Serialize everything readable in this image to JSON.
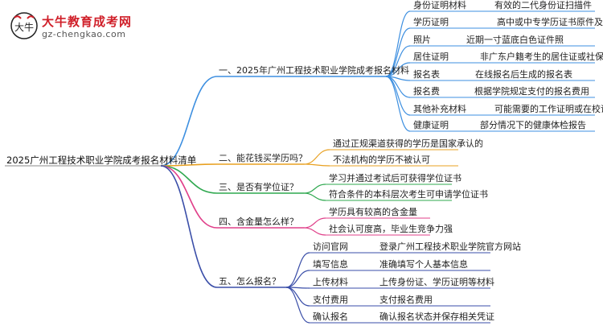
{
  "brand": {
    "title": "大牛教育成考网",
    "url": "gz-chengkao.com",
    "mark_text": "大牛"
  },
  "root": "2025广州工程技术职业学院成考报名材料清单",
  "colors": {
    "b1": "#3d8fe0",
    "b2": "#e8a020",
    "b3": "#2fa84f",
    "b4": "#e0408a",
    "b5": "#3a4ea8"
  },
  "branches": [
    {
      "label": "一、2025年广州工程技术职业学院成考报名材料",
      "color_key": "b1",
      "children": [
        {
          "label": "身份证明材料",
          "detail": "有效的二代身份证扫描件"
        },
        {
          "label": "学历证明",
          "detail": "高中或中专学历证书原件及复印件"
        },
        {
          "label": "照片",
          "detail": "近期一寸蓝底白色证件照"
        },
        {
          "label": "居住证明",
          "detail": "非广东户籍考生的居住证或社保证明"
        },
        {
          "label": "报名表",
          "detail": "在线报名后生成的报名表"
        },
        {
          "label": "报名费",
          "detail": "根据学院规定支付的报名费用"
        },
        {
          "label": "其他补充材料",
          "detail": "可能需要的工作证明或在校证明"
        },
        {
          "label": "健康证明",
          "detail": "部分情况下的健康体检报告"
        }
      ]
    },
    {
      "label": "二、能花钱买学历吗？",
      "color_key": "b2",
      "children": [
        {
          "label": "通过正规渠道获得的学历是国家承认的"
        },
        {
          "label": "不法机构的学历不被认可"
        }
      ]
    },
    {
      "label": "三、是否有学位证？",
      "color_key": "b3",
      "children": [
        {
          "label": "学习并通过考试后可获得学位证书"
        },
        {
          "label": "符合条件的本科层次考生可申请学位证书"
        }
      ]
    },
    {
      "label": "四、含金量怎么样？",
      "color_key": "b4",
      "children": [
        {
          "label": "学历具有较高的含金量"
        },
        {
          "label": "社会认可度高，毕业生竞争力强"
        }
      ]
    },
    {
      "label": "五、怎么报名？",
      "color_key": "b5",
      "children": [
        {
          "label": "访问官网",
          "detail": "登录广州工程技术职业学院官方网站"
        },
        {
          "label": "填写信息",
          "detail": "准确填写个人基本信息"
        },
        {
          "label": "上传材料",
          "detail": "上传身份证、学历证明等材料"
        },
        {
          "label": "支付费用",
          "detail": "支付报名费用"
        },
        {
          "label": "确认报名",
          "detail": "确认报名状态并保存相关凭证"
        }
      ]
    }
  ]
}
